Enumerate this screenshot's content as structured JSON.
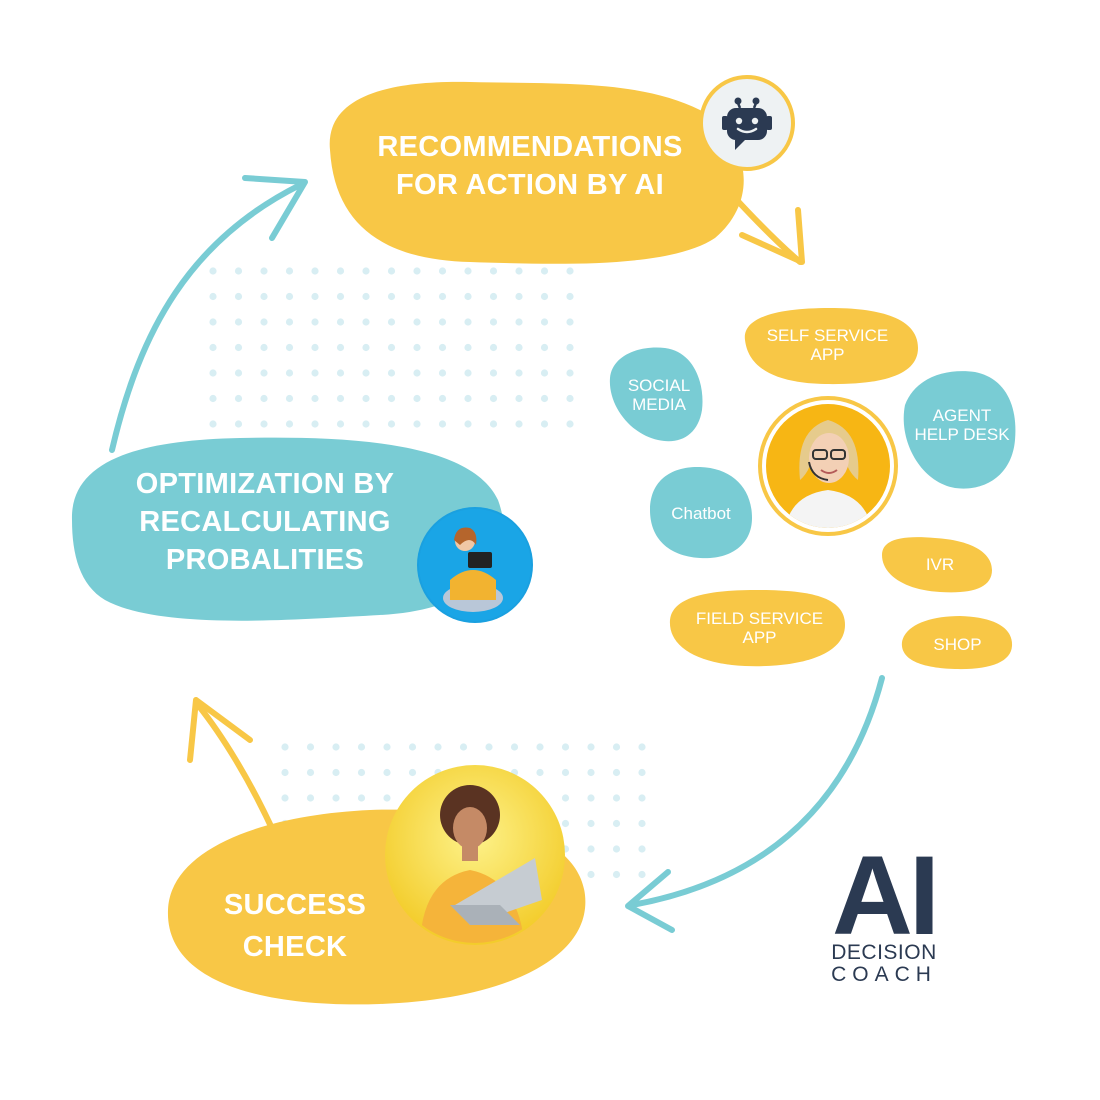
{
  "colors": {
    "yellow": "#f8c746",
    "teal": "#79ccd4",
    "blue_dots": "#d8eef3",
    "navy": "#2b3a52",
    "white": "#ffffff"
  },
  "cycle": {
    "recommendations": {
      "line1": "RECOMMENDATIONS",
      "line2": "FOR ACTION BY AI",
      "icon": "robot-chat-icon"
    },
    "optimization": {
      "line1": "OPTIMIZATION BY",
      "line2": "RECALCULATING",
      "line3": "PROBALITIES",
      "photo": "woman-with-tablet-photo"
    },
    "success": {
      "line1": "SUCCESS",
      "line2": "CHECK",
      "photo": "woman-with-laptop-photo"
    }
  },
  "channels": {
    "center_photo": "agent-with-headset-photo",
    "self_service": {
      "line1": "SELF SERVICE",
      "line2": "APP"
    },
    "social_media": {
      "line1": "SOCIAL",
      "line2": "MEDIA"
    },
    "agent_help_desk": {
      "line1": "AGENT",
      "line2": "HELP DESK"
    },
    "chatbot": {
      "line1": "Chatbot"
    },
    "ivr": {
      "line1": "IVR"
    },
    "field_service": {
      "line1": "FIELD SERVICE",
      "line2": "APP"
    },
    "shop": {
      "line1": "SHOP"
    }
  },
  "logo": {
    "mark": "AI",
    "line1": "DECISION",
    "line2": "COACH"
  }
}
